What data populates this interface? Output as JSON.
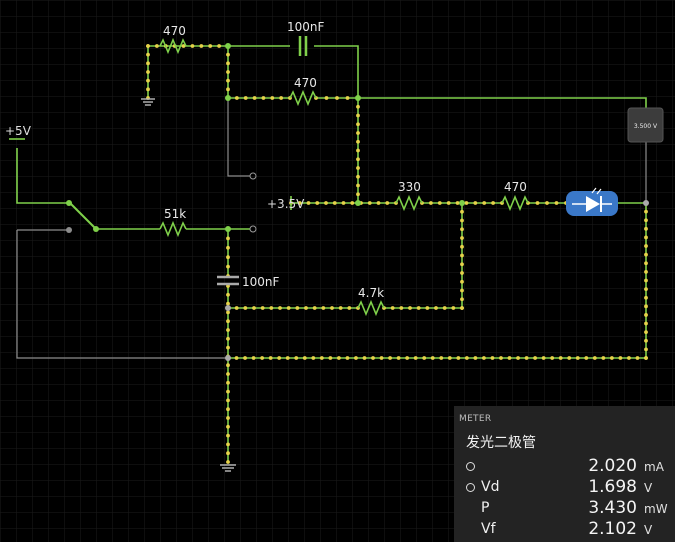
{
  "labels": {
    "r_top_left": "470",
    "c_top": "100nF",
    "r_mid": "470",
    "supply_5v": "+5V",
    "supply_3v5": "+3.5V",
    "r_330": "330",
    "r_470_led": "470",
    "r_51k": "51k",
    "c_bottom": "100nF",
    "r_4k7": "4.7k",
    "voltmeter": "3.500 V"
  },
  "meter": {
    "header": "METER",
    "title": "发光二极管",
    "rows": [
      {
        "label": "",
        "value": "2.020",
        "unit": "mA",
        "dot": true
      },
      {
        "label": "Vd",
        "value": "1.698",
        "unit": "V",
        "dot": true
      },
      {
        "label": "P",
        "value": "3.430",
        "unit": "mW",
        "dot": false
      },
      {
        "label": "Vf",
        "value": "2.102",
        "unit": "V",
        "dot": false
      }
    ]
  },
  "colors": {
    "background": "#000000",
    "grid": "#1a1a1a",
    "wire_active": "#7fd04a",
    "wire_inactive": "#8a8a8a",
    "current_dots": "#e6d24a",
    "led_body": "#3a78c8"
  }
}
